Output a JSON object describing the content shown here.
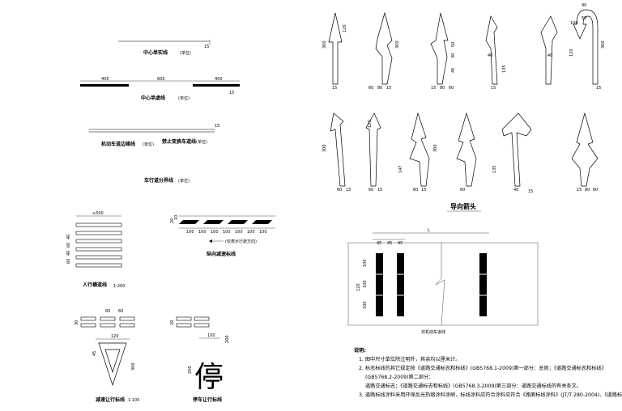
{
  "lines": {
    "center_solid": "中心单实线",
    "center_dashed": "中心单虚线",
    "dashed_dims": [
      "400",
      "600",
      "400"
    ],
    "motor_lane": "机动车道边缘线",
    "no_lane_change": "禁止变换车道线",
    "lane_divider": "车行道分界线",
    "tag": "(单位)",
    "dim_15": "15"
  },
  "crosswalk": {
    "title": "人行横道线",
    "scale": "1:200",
    "dims": [
      "≥500",
      "40",
      "60",
      "40",
      "60"
    ]
  },
  "decel": {
    "title": "纵向减速标线",
    "note": "(仅表示行驶方向)",
    "dims": [
      "100",
      "100",
      "100",
      "100",
      "100",
      "100",
      "100",
      "20",
      "10"
    ]
  },
  "yield_mark": {
    "title": "减速让行标线",
    "scale": "1:100",
    "dims": [
      "60",
      "20",
      "120",
      "30",
      "20",
      "45",
      "300"
    ]
  },
  "stop_mark": {
    "title": "停车让行标线",
    "char": "停",
    "dims": [
      "100",
      "20",
      "250",
      "200"
    ]
  },
  "arrows": {
    "title": "导向箭头",
    "row1_heights": [
      "300",
      "120",
      "300",
      "45",
      "30",
      "50",
      "135",
      "120",
      "300"
    ],
    "row1_widths": [
      "15",
      "60",
      "80",
      "15",
      "15",
      "80",
      "60",
      "15",
      "90",
      "15",
      "40",
      "15",
      "40",
      "60",
      "100",
      "50"
    ],
    "row2_heights": [
      "300",
      "120",
      "300",
      "147",
      "135"
    ],
    "row2_widths": [
      "60",
      "15",
      "60",
      "15",
      "60",
      "15",
      "60",
      "40",
      "15",
      "15",
      "80",
      "60"
    ]
  },
  "crossing": {
    "title": "非机动车道线",
    "dims": [
      "L",
      "45",
      "45",
      "45",
      "100",
      "100",
      "100",
      "120"
    ]
  },
  "notes": {
    "heading": "说明:",
    "items": [
      "1. 图中尺寸单位除注明外，其余均以厘米计。",
      "2. 标志标线的其它规定按《道路交通标志和标线》(GB5768.1-2009)第一部分：总则；《道路交通标志和标线》",
      "(GB5768.2-2009)第二部分：",
      "道路交通标志；《道路交通标志和标线》(GB5768.3-2009)第三部分：道路交通标线的有关条文。",
      "3. 道路标线涂料采用环保反光热熔涂料涂刷，标线涂料应符合涂料应符合《路面标线涂料》(JT/T 280-2004)、《道路标"
    ]
  }
}
